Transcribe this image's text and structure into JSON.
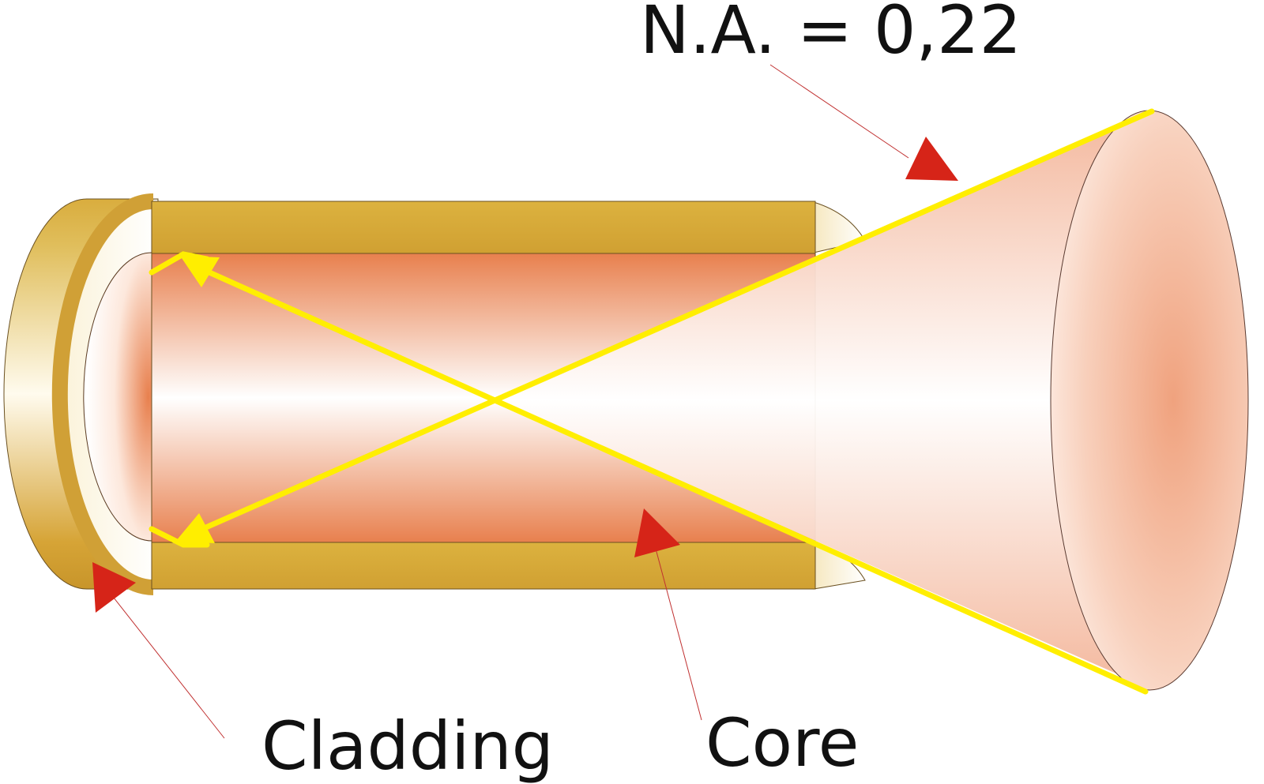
{
  "labels": {
    "na": "N.A. = 0,22",
    "cladding": "Cladding",
    "core": "Core"
  },
  "colors": {
    "cladding": "#d4a43a",
    "core": "#e88450",
    "ray": "#ffee00",
    "arrow": "#d62418",
    "pointer": "#c03030"
  }
}
